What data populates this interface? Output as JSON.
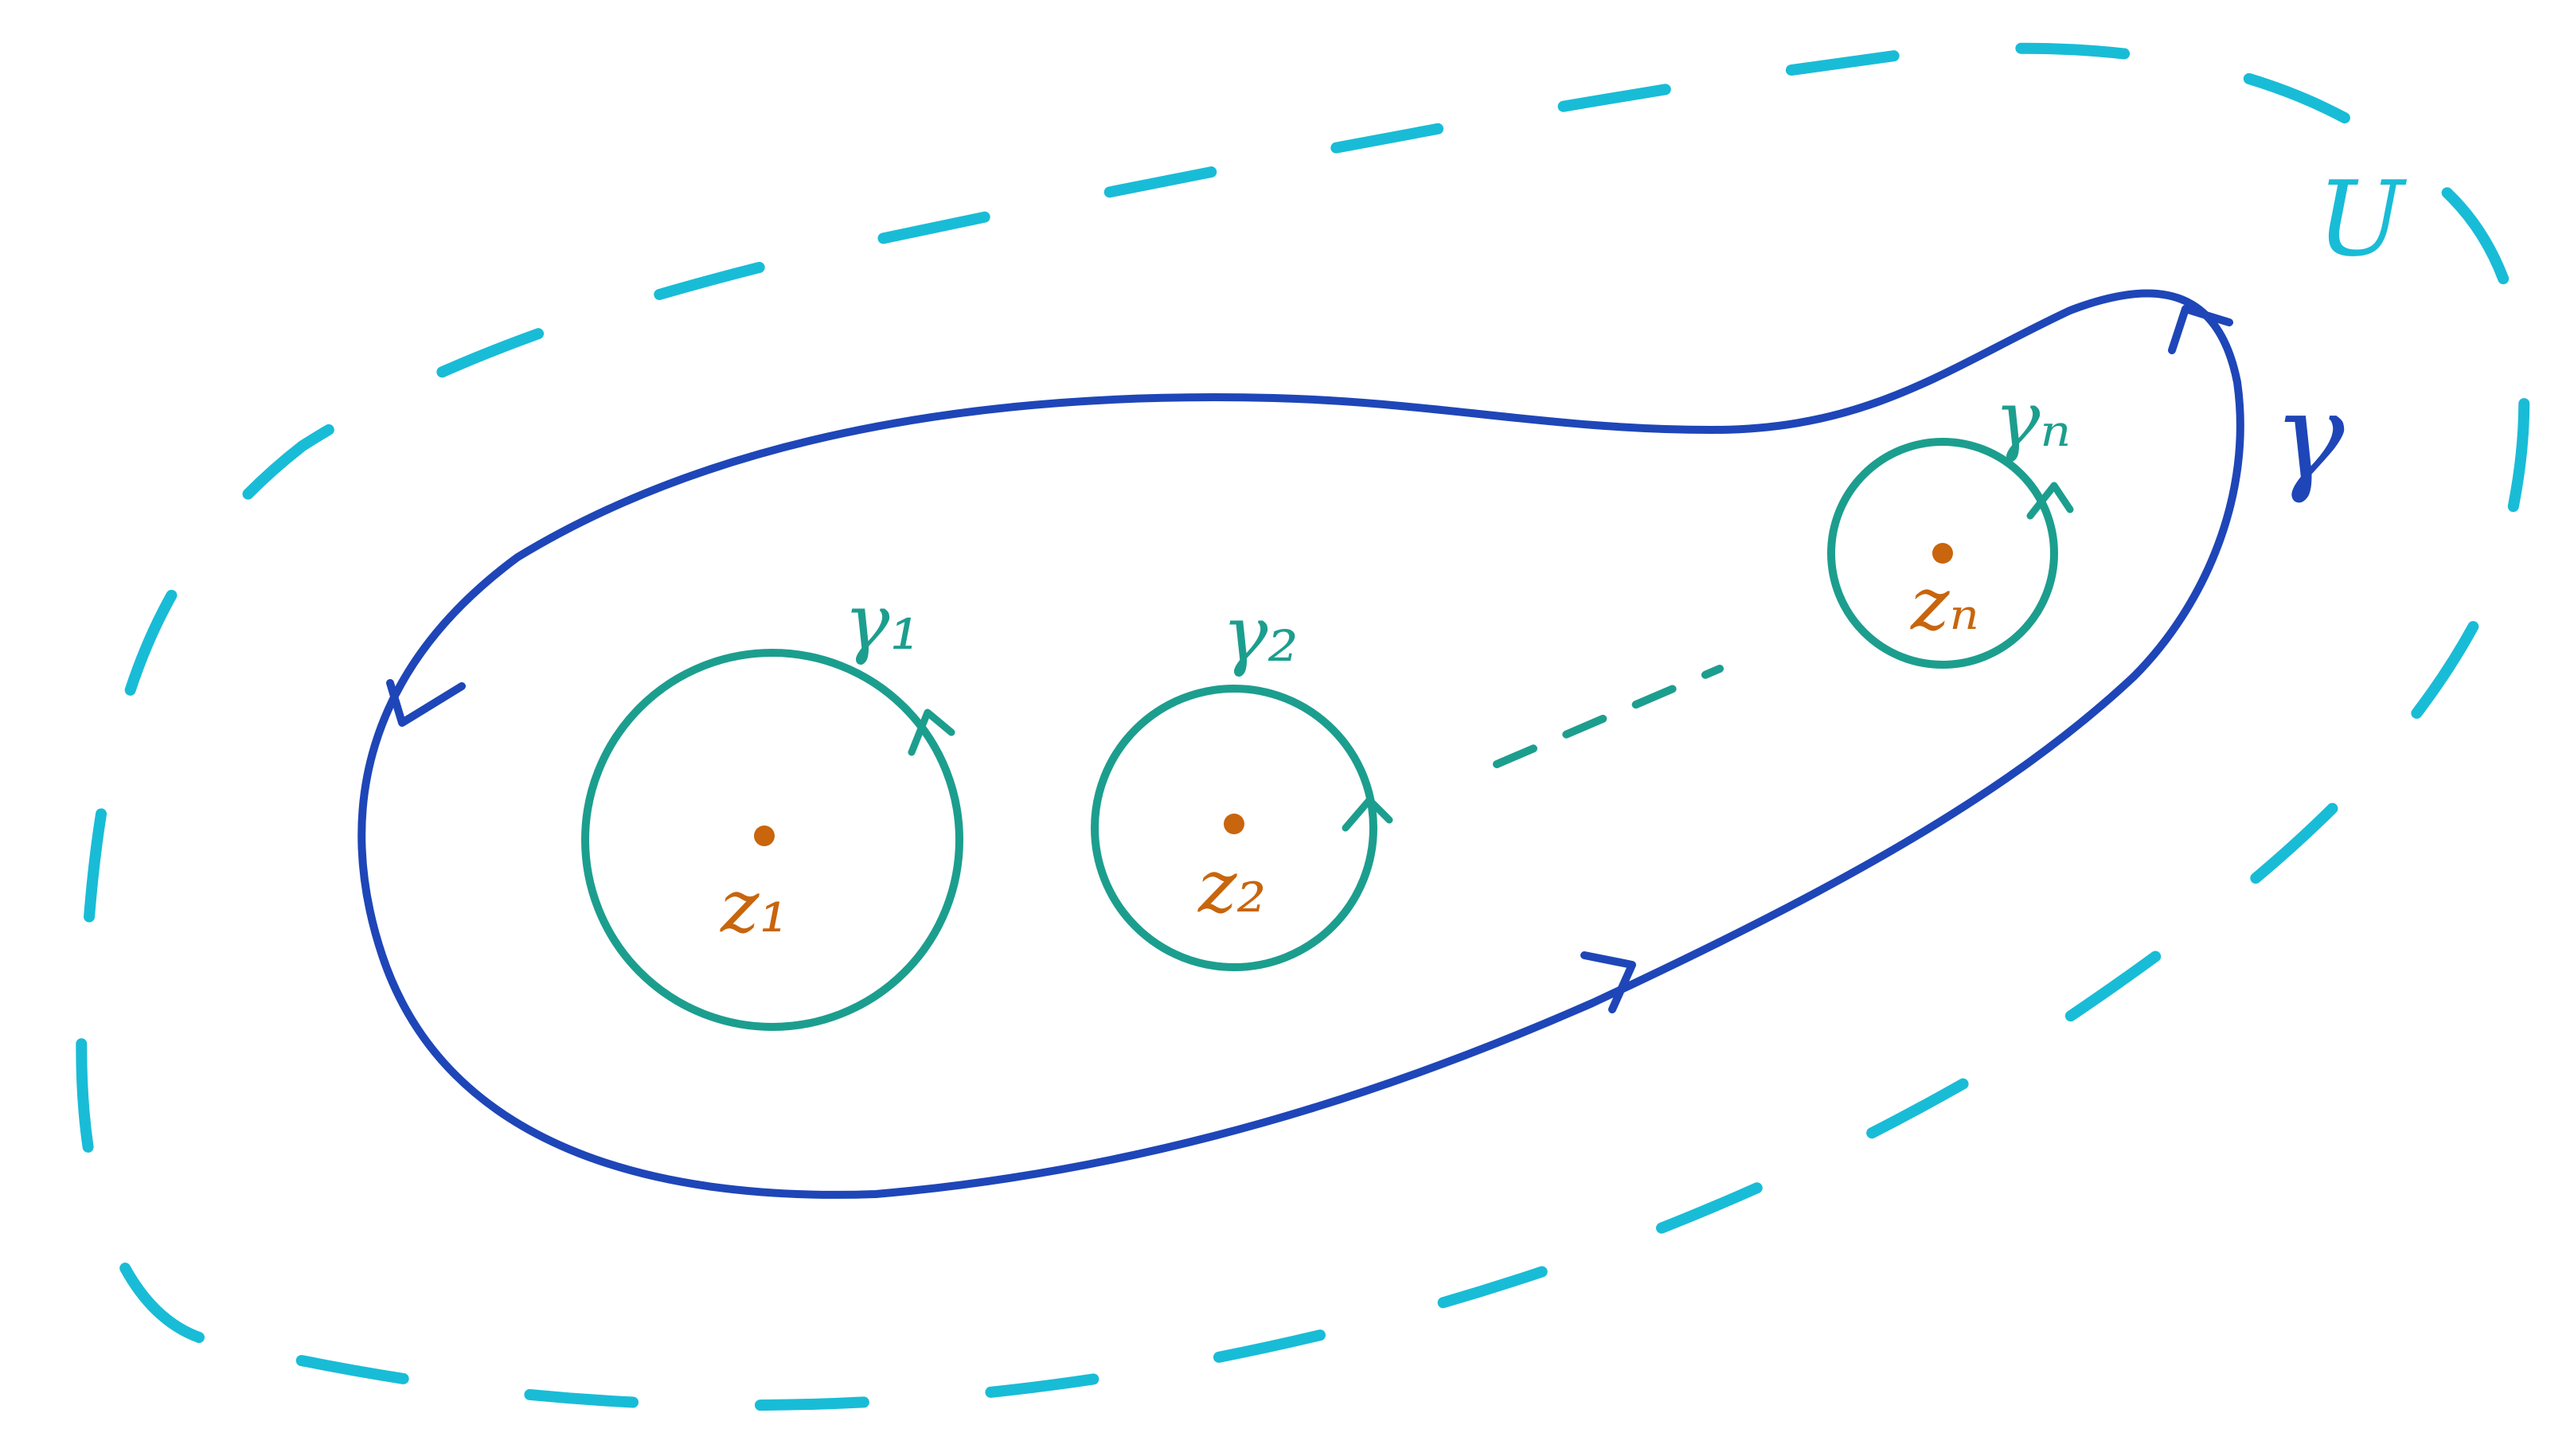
{
  "labels": {
    "region": "U",
    "outer_contour": "γ",
    "circles": [
      {
        "contour": "γ₁",
        "point": "z₁"
      },
      {
        "contour": "γ₂",
        "point": "z₂"
      },
      {
        "contour": "γₙ",
        "point": "zₙ"
      }
    ]
  },
  "colors": {
    "region_boundary": "#19bcd6",
    "outer_contour": "#1e46b8",
    "small_circles": "#1c9e8e",
    "points": "#c8650d"
  }
}
